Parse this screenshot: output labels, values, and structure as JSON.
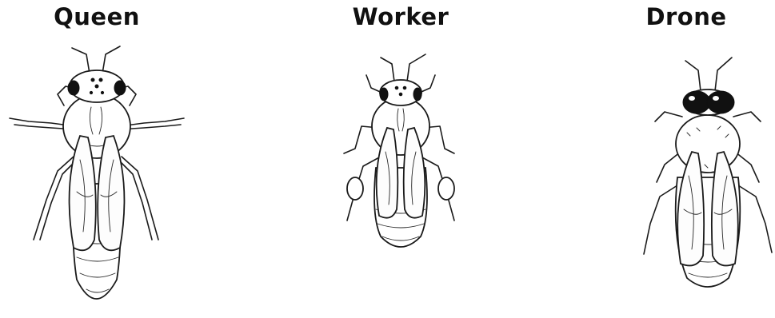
{
  "castes": [
    {
      "label": "Queen"
    },
    {
      "label": "Worker"
    },
    {
      "label": "Drone"
    }
  ]
}
